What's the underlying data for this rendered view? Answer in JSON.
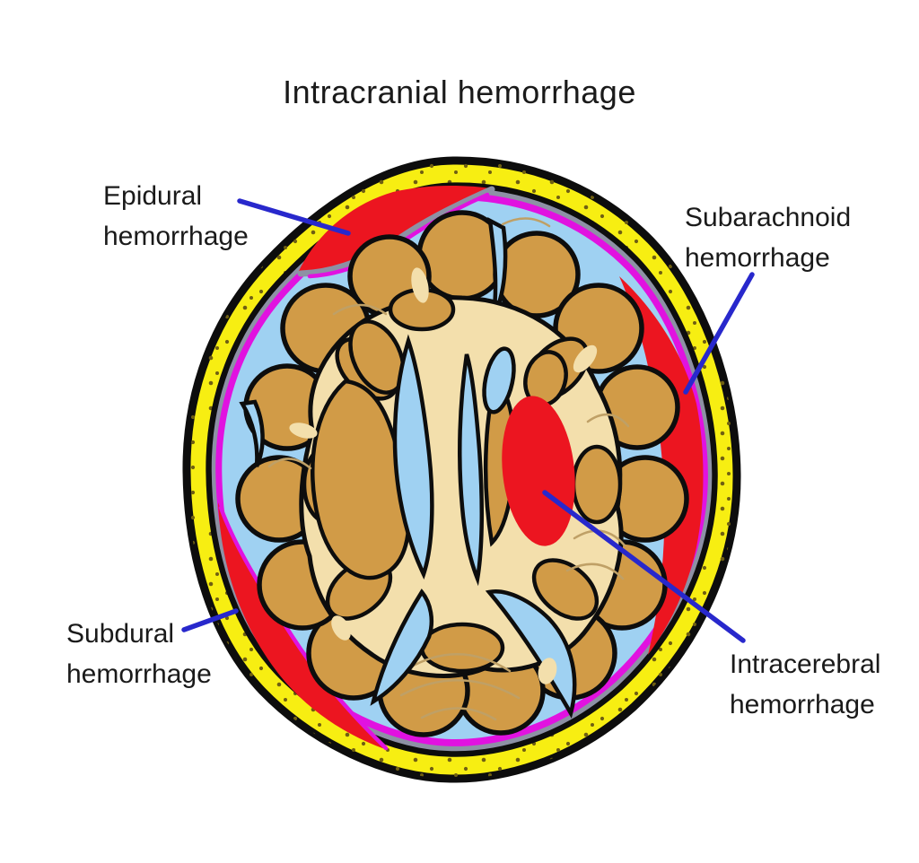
{
  "title": "Intracranial hemorrhage",
  "labels": {
    "epidural": {
      "line1": "Epidural",
      "line2": "hemorrhage"
    },
    "subarachnoid": {
      "line1": "Subarachnoid",
      "line2": "hemorrhage"
    },
    "subdural": {
      "line1": "Subdural",
      "line2": "hemorrhage"
    },
    "intracerebral": {
      "line1": "Intracerebral",
      "line2": "hemorrhage"
    }
  },
  "colors": {
    "background": "#ffffff",
    "text": "#1a1a1a",
    "outline": "#0d0d0d",
    "skull": "#f7ee12",
    "skull_dot": "#6f5f12",
    "dura": "#8d91a5",
    "arachnoid": "#e112e0",
    "csf": "#9fd1f2",
    "hemorrhage": "#ec1520",
    "gray_matter": "#d19b47",
    "white_matter": "#f3dfac",
    "fold_line": "#bfa066",
    "pointer": "#2828cc"
  }
}
